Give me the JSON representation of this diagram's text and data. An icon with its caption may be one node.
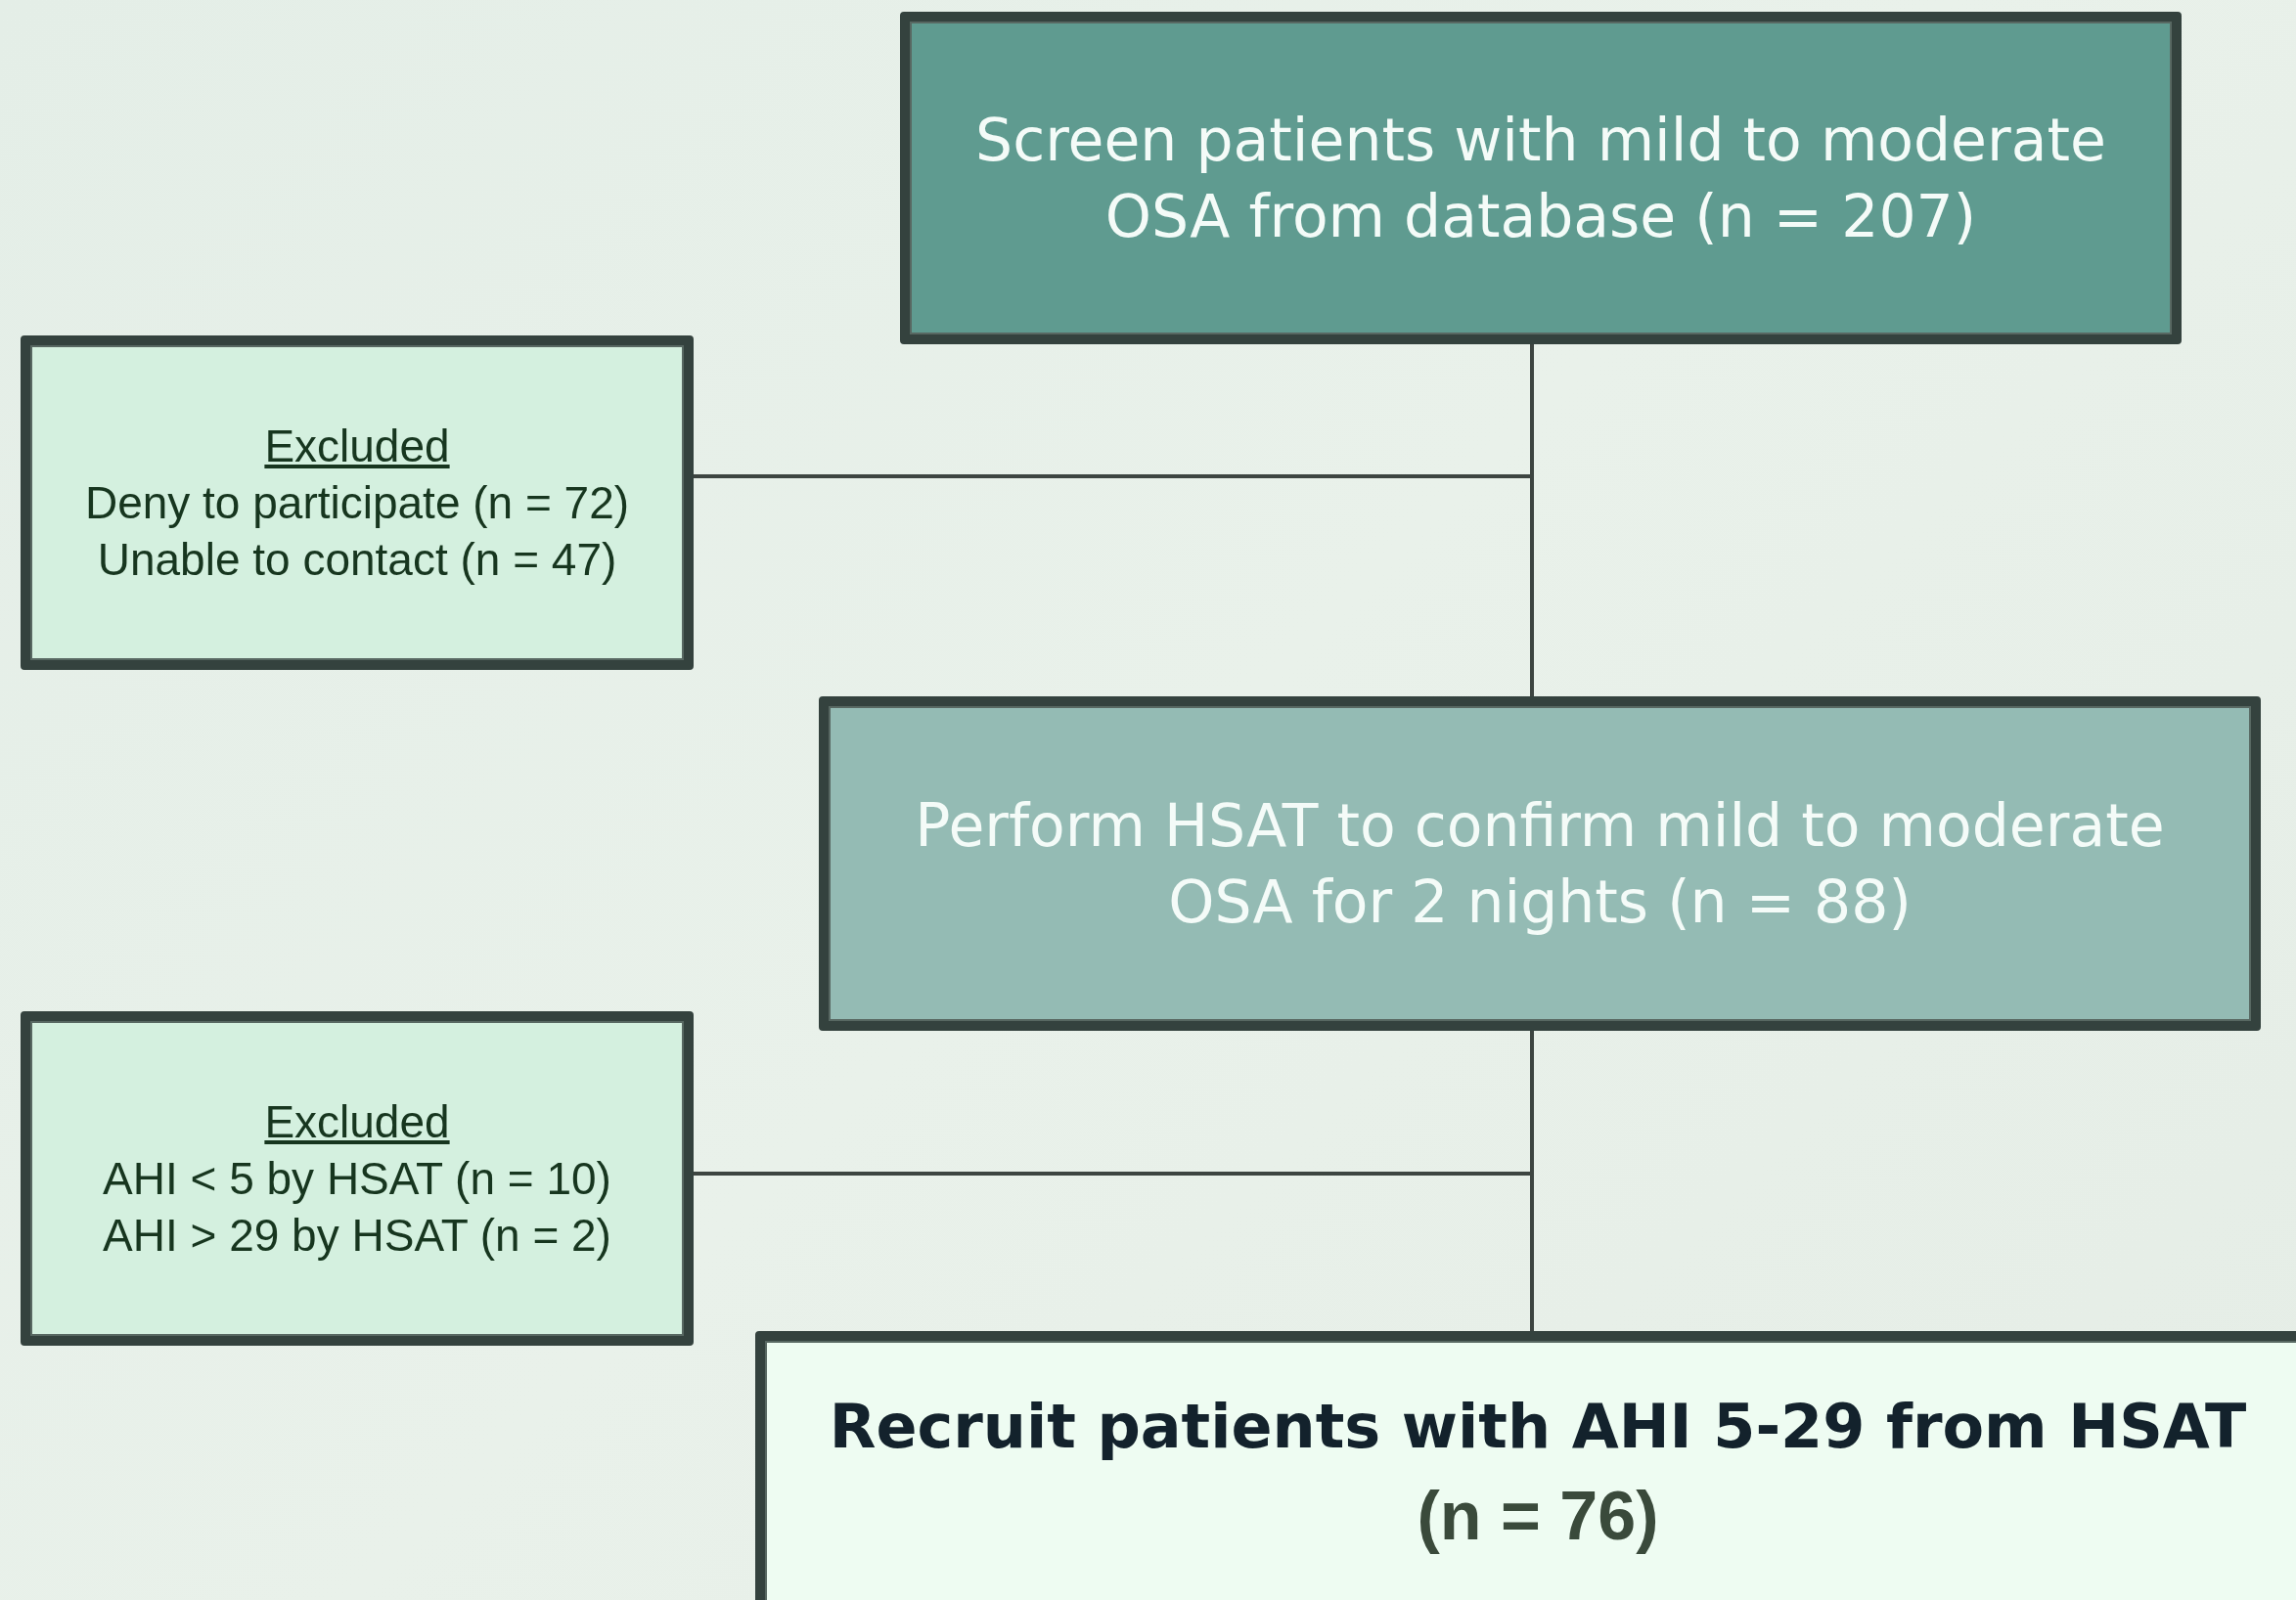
{
  "diagram": {
    "nodes": [
      {
        "text": [
          "Screen patients with mild to moderate OSA from database (n = 207)"
        ]
      },
      {
        "text": [
          "Excluded",
          "Deny to participate (n = 72)",
          "Unable to contact (n = 47)"
        ]
      },
      {
        "text": [
          "Perform HSAT to confirm mild to moderate OSA for 2 nights (n = 88)"
        ]
      },
      {
        "text": [
          "Excluded",
          "AHI < 5 by HSAT (n = 10)",
          "AHI > 29 by HSAT (n = 2)"
        ]
      },
      {
        "text": [
          "Recruit patients with AHI 5-29 from HSAT",
          "(n = 76)"
        ]
      }
    ],
    "edges": [
      {
        "from": 0,
        "to": 2,
        "arrow": "none"
      },
      {
        "from": 0,
        "to": 1,
        "arrow": "none"
      },
      {
        "from": 2,
        "to": 4,
        "arrow": "none"
      },
      {
        "from": 2,
        "to": 3,
        "arrow": "none"
      }
    ]
  }
}
